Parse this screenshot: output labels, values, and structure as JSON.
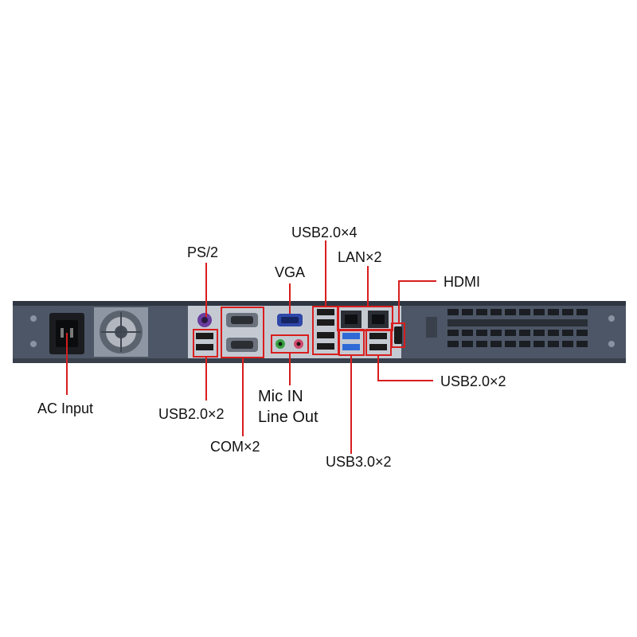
{
  "labels": {
    "ps2": "PS/2",
    "usb20_x4": "USB2.0×4",
    "lan_x2": "LAN×2",
    "vga": "VGA",
    "hdmi": "HDMI",
    "usb20_x2_right": "USB2.0×2",
    "ac_input": "AC Input",
    "usb20_x2_left": "USB2.0×2",
    "mic_in": "Mic IN",
    "line_out": "Line Out",
    "com_x2": "COM×2",
    "usb30_x2": "USB3.0×2"
  },
  "colors": {
    "callout": "#d81e1e",
    "chassis": "#4d5666",
    "chassis_dark": "#2f3642",
    "io_plate": "#c5cad2",
    "vga_blue": "#2f47a8",
    "usb3_blue": "#2f6ad6",
    "audio_green": "#3aa244",
    "audio_pink": "#d04a6c"
  }
}
